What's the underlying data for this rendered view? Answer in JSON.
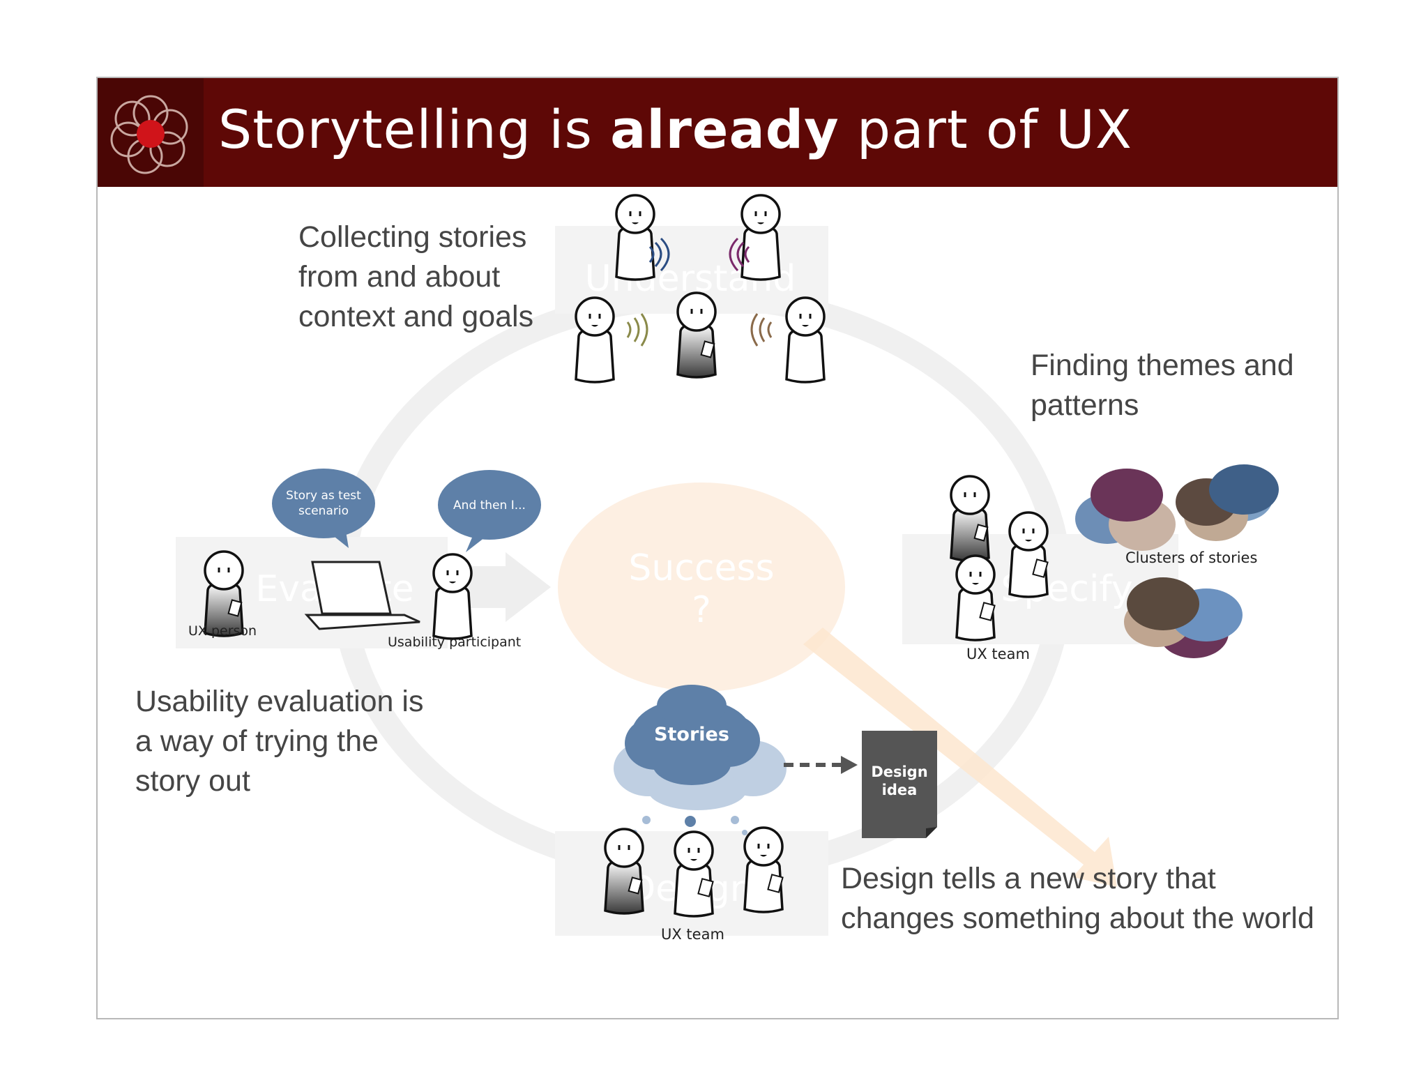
{
  "slide": {
    "title_before": "Storytelling is ",
    "title_bold": "already",
    "title_after": " part of UX"
  },
  "cycle": {
    "understand": "Understand",
    "specify": "Specify",
    "design": "Design",
    "evaluate": "Evaluate",
    "success": "Success",
    "success_q": "?"
  },
  "captions": {
    "collecting": [
      "Collecting stories",
      "from and about",
      "context and goals"
    ],
    "themes": [
      "Finding themes and",
      "patterns"
    ],
    "evaluation": [
      "Usability evaluation is",
      "a way of trying the",
      "story out"
    ],
    "design": [
      "Design tells a new story that",
      "changes something about the world"
    ]
  },
  "labels": {
    "clusters": "Clusters of stories",
    "ux_team_right": "UX team",
    "ux_team_bottom": "UX team",
    "ux_person": "UX person",
    "usability_participant": "Usability participant"
  },
  "bubbles": {
    "story_test_1": "Story as test",
    "story_test_2": "scenario",
    "and_then": "And then I..."
  },
  "cloud": {
    "label": "Stories"
  },
  "design_idea": {
    "line1": "Design",
    "line2": "idea"
  },
  "colors": {
    "header": "#5e0806",
    "bubble_blue": "#5e80a8",
    "ring": "#eeeeee",
    "success": "#fdeee1",
    "design_doc": "#555555"
  },
  "icons": [
    "flower-logo-icon",
    "person-icon",
    "laptop-icon",
    "speech-bubble-icon",
    "cloud-icon",
    "document-icon"
  ]
}
